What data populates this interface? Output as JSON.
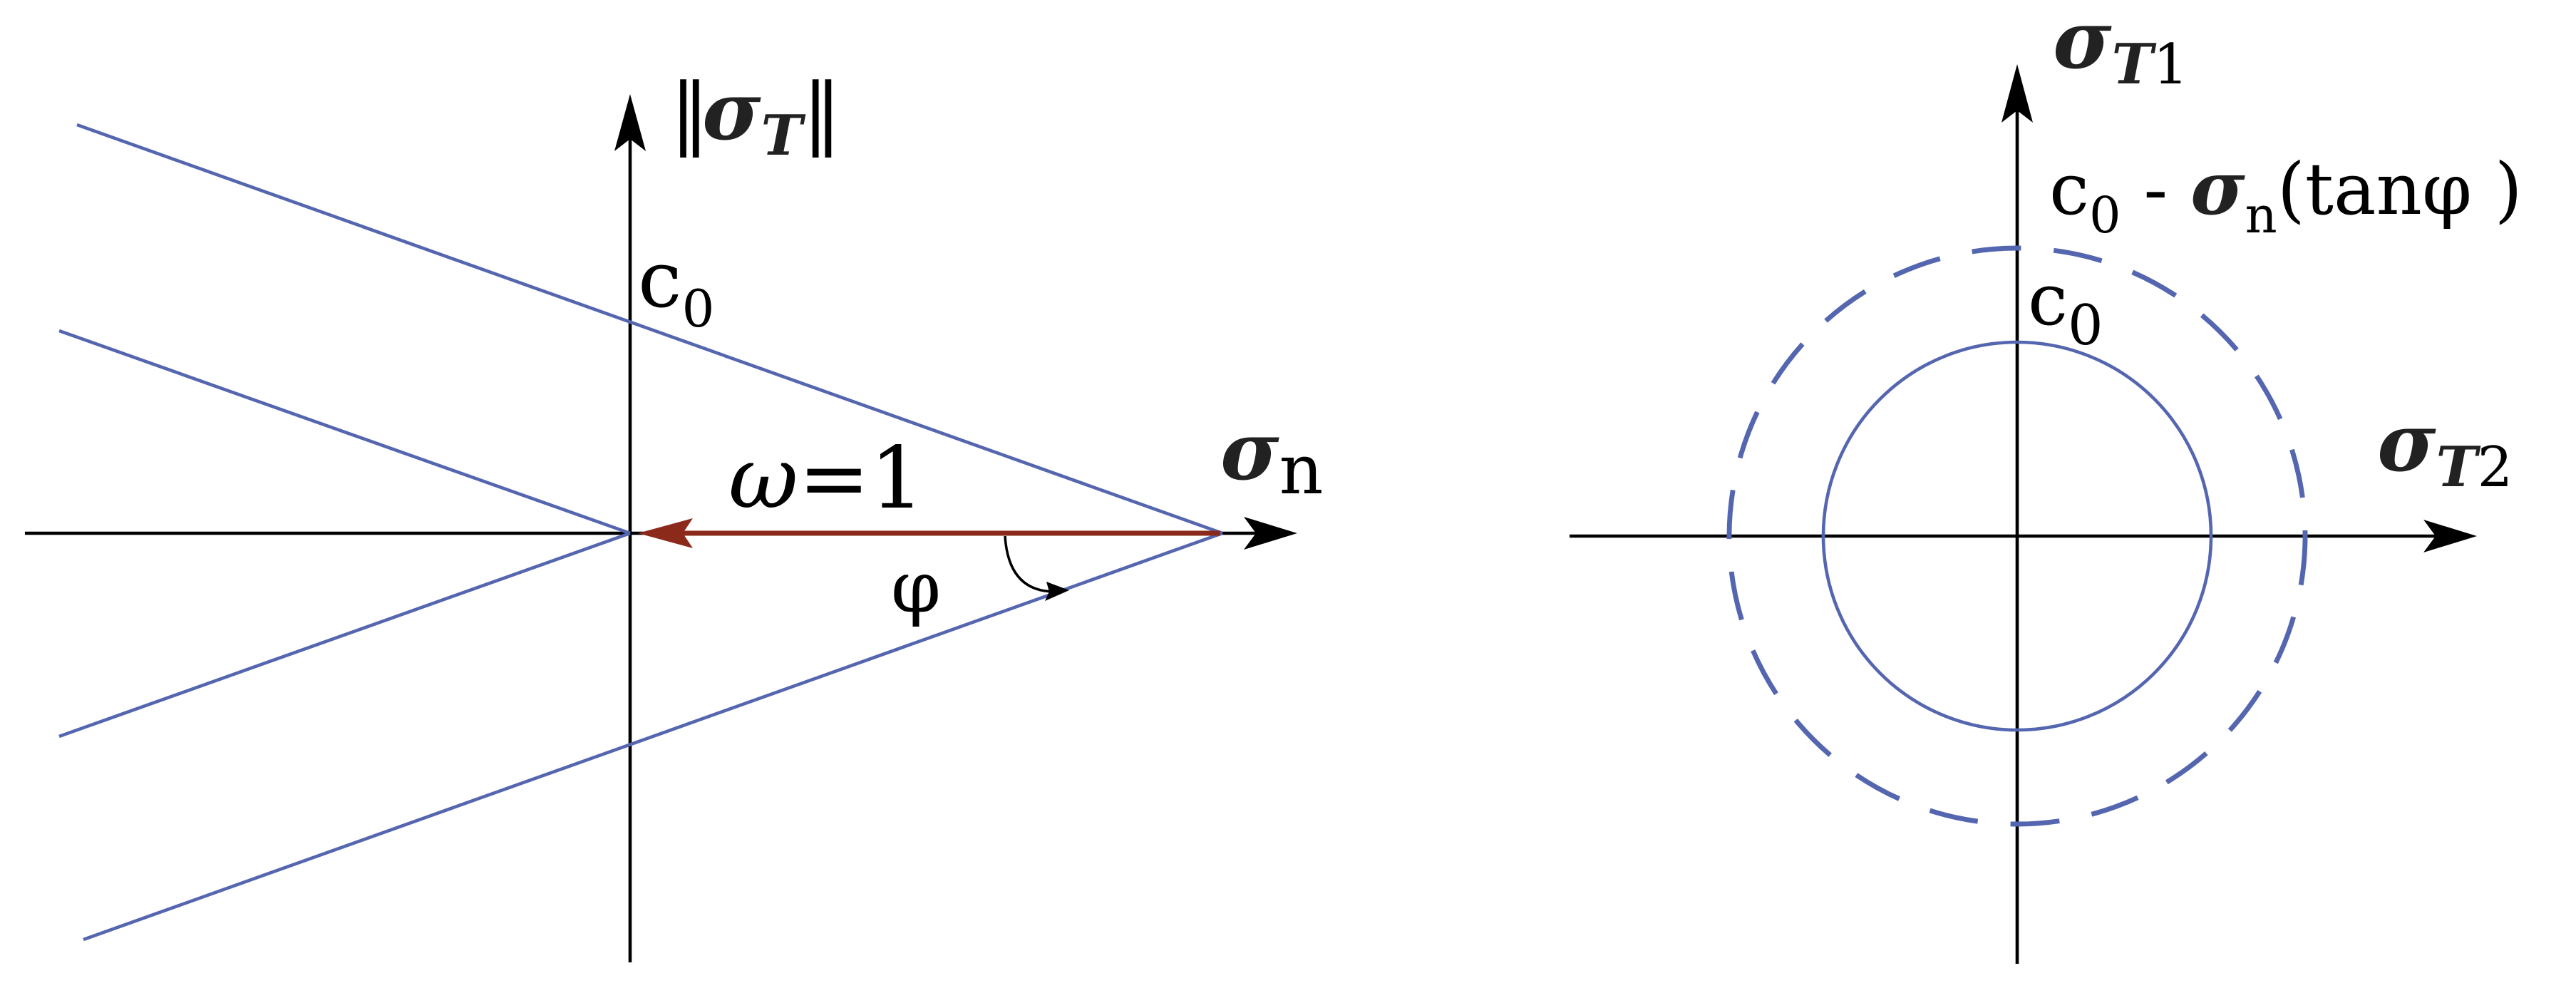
{
  "left_panel": {
    "vertical_axis": {
      "norm_bar": "‖",
      "symbol": "σ",
      "subscript": "T"
    },
    "horizontal_axis": {
      "symbol": "σ",
      "subscript": "n"
    },
    "intercept": {
      "base": "c",
      "subscript": "0"
    },
    "omega_label": {
      "omega": "ω",
      "rest": "=1"
    },
    "angle_label": "φ"
  },
  "right_panel": {
    "vertical_axis": {
      "symbol": "σ",
      "subscript_italic": "T",
      "subscript_index": "1"
    },
    "horizontal_axis": {
      "symbol": "σ",
      "subscript_italic": "T",
      "subscript_index": "2"
    },
    "outer_radius_label": {
      "base": "c",
      "base_subscript": "0",
      "middle": " - ",
      "sigma": "σ",
      "sigma_subscript": "n",
      "tail": "(tanφ )"
    },
    "inner_radius_label": {
      "base": "c",
      "subscript": "0"
    }
  },
  "colors": {
    "cone_lines": "#5566b0",
    "circles": "#5566b0",
    "omega_arrow": "#8b2a1a",
    "axes": "#000000"
  }
}
